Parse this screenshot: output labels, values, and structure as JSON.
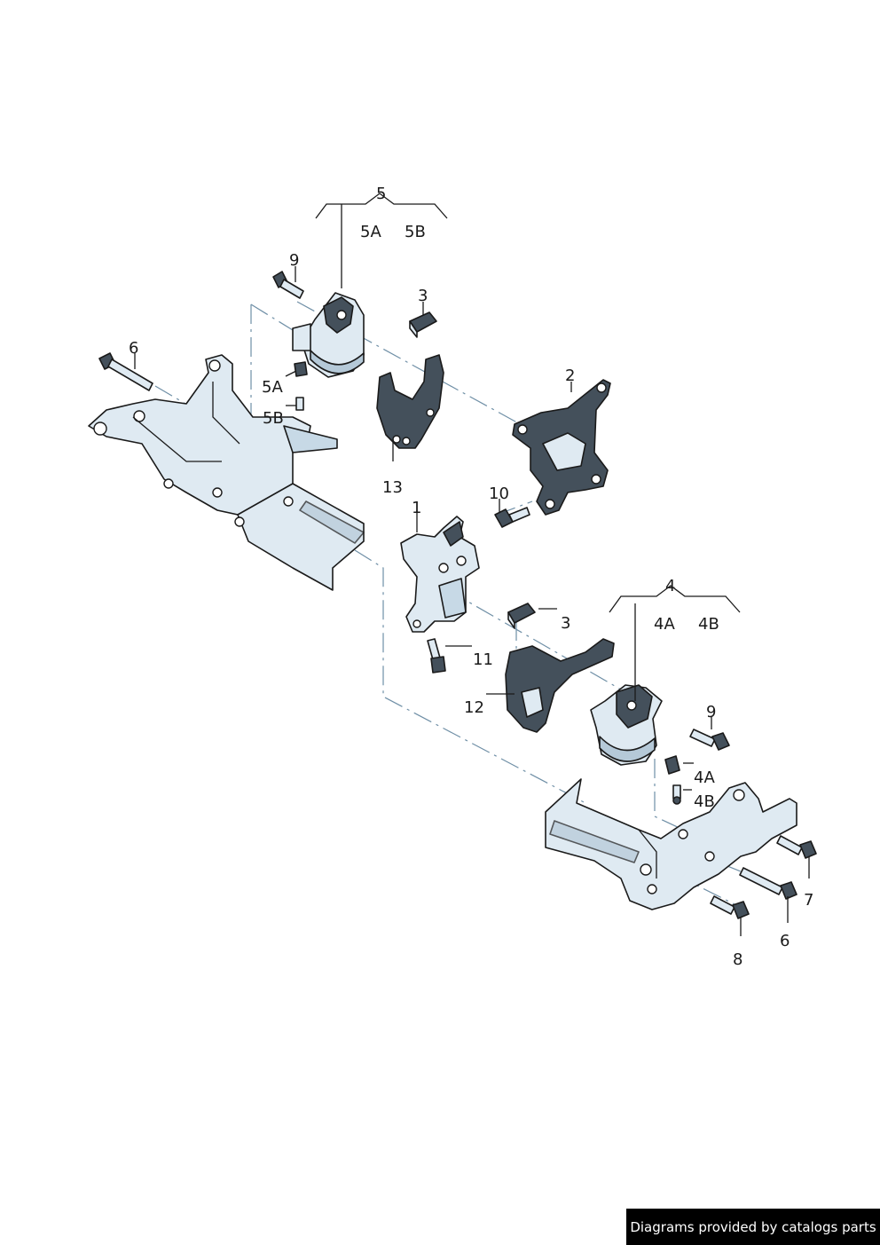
{
  "callouts": {
    "c5": "5",
    "c5A_top": "5A",
    "c5B_top": "5B",
    "c9_top": "9",
    "c3_top": "3",
    "c6_left": "6",
    "c5A": "5A",
    "c5B": "5B",
    "c2": "2",
    "c13": "13",
    "c10": "10",
    "c1": "1",
    "c4": "4",
    "c4A_top": "4A",
    "c4B_top": "4B",
    "c3_mid": "3",
    "c11": "11",
    "c12": "12",
    "c9_right": "9",
    "c4A": "4A",
    "c4B": "4B",
    "c7": "7",
    "c6_right": "6",
    "c8": "8"
  },
  "footer": {
    "credit": "Diagrams provided by catalogs parts"
  },
  "colors": {
    "ink": "#1a1a1a",
    "metal": "#dfeaf2",
    "shade": "#44505b",
    "guide": "#6f8fa6"
  }
}
